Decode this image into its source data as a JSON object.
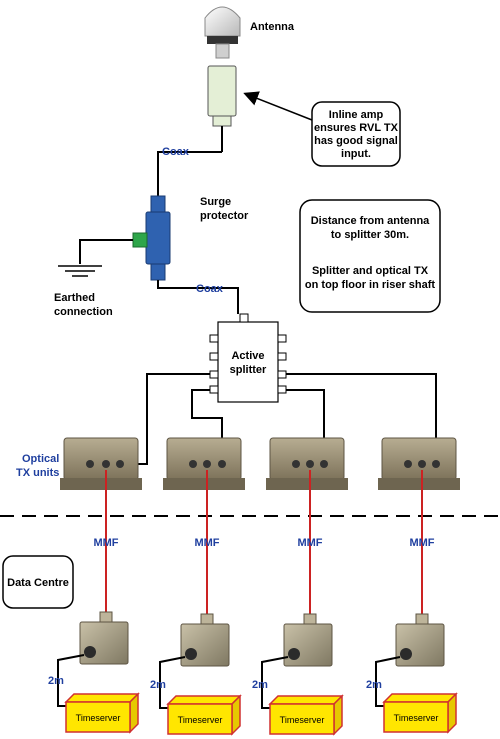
{
  "labels": {
    "antenna": "Antenna",
    "inline_amp_note": [
      "Inline amp",
      "ensures RVL TX",
      "has good signal",
      "input."
    ],
    "coax_top": "Coax",
    "coax_mid": "Coax",
    "surge_protector": [
      "Surge",
      "protector"
    ],
    "earthed": [
      "Earthed",
      "connection"
    ],
    "distance_note": [
      "Distance from antenna",
      "to splitter 30m.",
      "",
      "Splitter and optical TX",
      "on top floor in riser shaft"
    ],
    "active_splitter": [
      "Active",
      "splitter"
    ],
    "optical_tx": [
      "Optical",
      "TX units"
    ],
    "mmf": "MMF",
    "data_centre": "Data Centre",
    "cable_2m": "2m",
    "timeserver": "Timeserver"
  },
  "colors": {
    "coax_label": "#1f3f9f",
    "fibre": "#cc2222",
    "surge_body": "#2f62b0",
    "surge_port": "#2ea64a",
    "timeserver_fill": "#ffe600",
    "timeserver_border": "#d03030",
    "optical_body": "#9a8f74",
    "inline_amp": "#e4efd6"
  },
  "icons": {
    "antenna": "antenna-dome-icon",
    "amp": "inline-amplifier-icon",
    "surge": "surge-protector-icon",
    "ground": "earth-ground-icon",
    "splitter": "active-splitter-icon",
    "optical": "optical-transmitter-icon",
    "receiver": "fibre-receiver-icon",
    "server": "timeserver-box-icon"
  }
}
